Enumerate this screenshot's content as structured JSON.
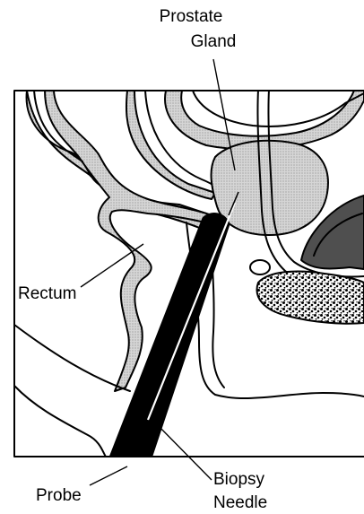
{
  "labels": {
    "prostate_line1": "Prostate",
    "prostate_line2": "Gland",
    "rectum": "Rectum",
    "probe": "Probe",
    "biopsy_line1": "Biopsy",
    "biopsy_line2": "Needle"
  },
  "colors": {
    "tissue_fill": "#c9c9c9",
    "dark_fill": "#555555",
    "probe_fill": "#000000",
    "outline": "#000000",
    "background": "#ffffff"
  },
  "icons": {
    "tissue_texture": "stipple-pattern",
    "bone_texture": "speckle-pattern"
  }
}
